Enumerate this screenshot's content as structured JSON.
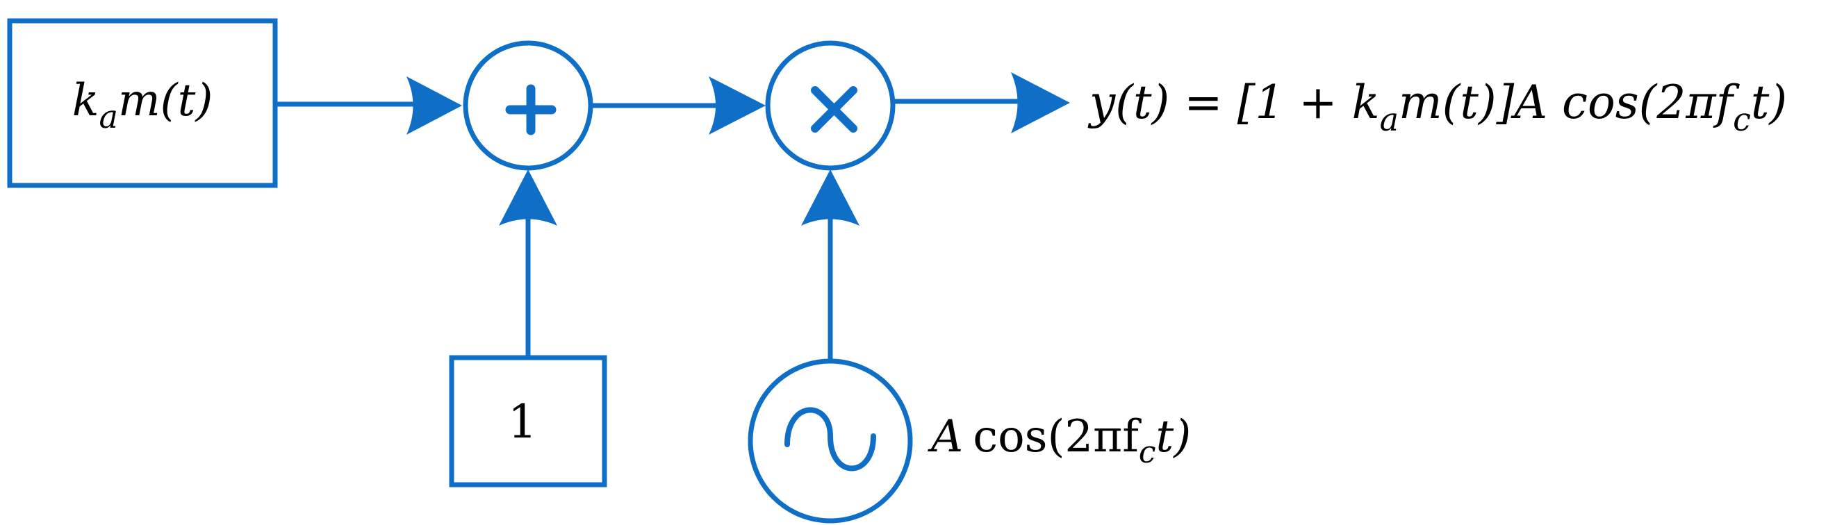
{
  "blocks": {
    "input_signal": {
      "var": "k",
      "sub": "a",
      "rest": "m(t)"
    },
    "constant": {
      "value": "1"
    }
  },
  "operators": {
    "adder_symbol": "+",
    "multiplier_symbol": "×"
  },
  "oscillator": {
    "symbol": "∼",
    "label_A": "A",
    "label_cos": "cos(2πf",
    "label_sub": "c",
    "label_tail": "t)"
  },
  "output": {
    "head": "y(t) = [1 + k",
    "sub_a": "a",
    "mid": "m(t)]A cos(2πf",
    "sub_c": "c",
    "tail": "t)"
  },
  "colors": {
    "stroke": "#0F6FC6",
    "text": "#000000",
    "background": "#FFFFFF"
  }
}
